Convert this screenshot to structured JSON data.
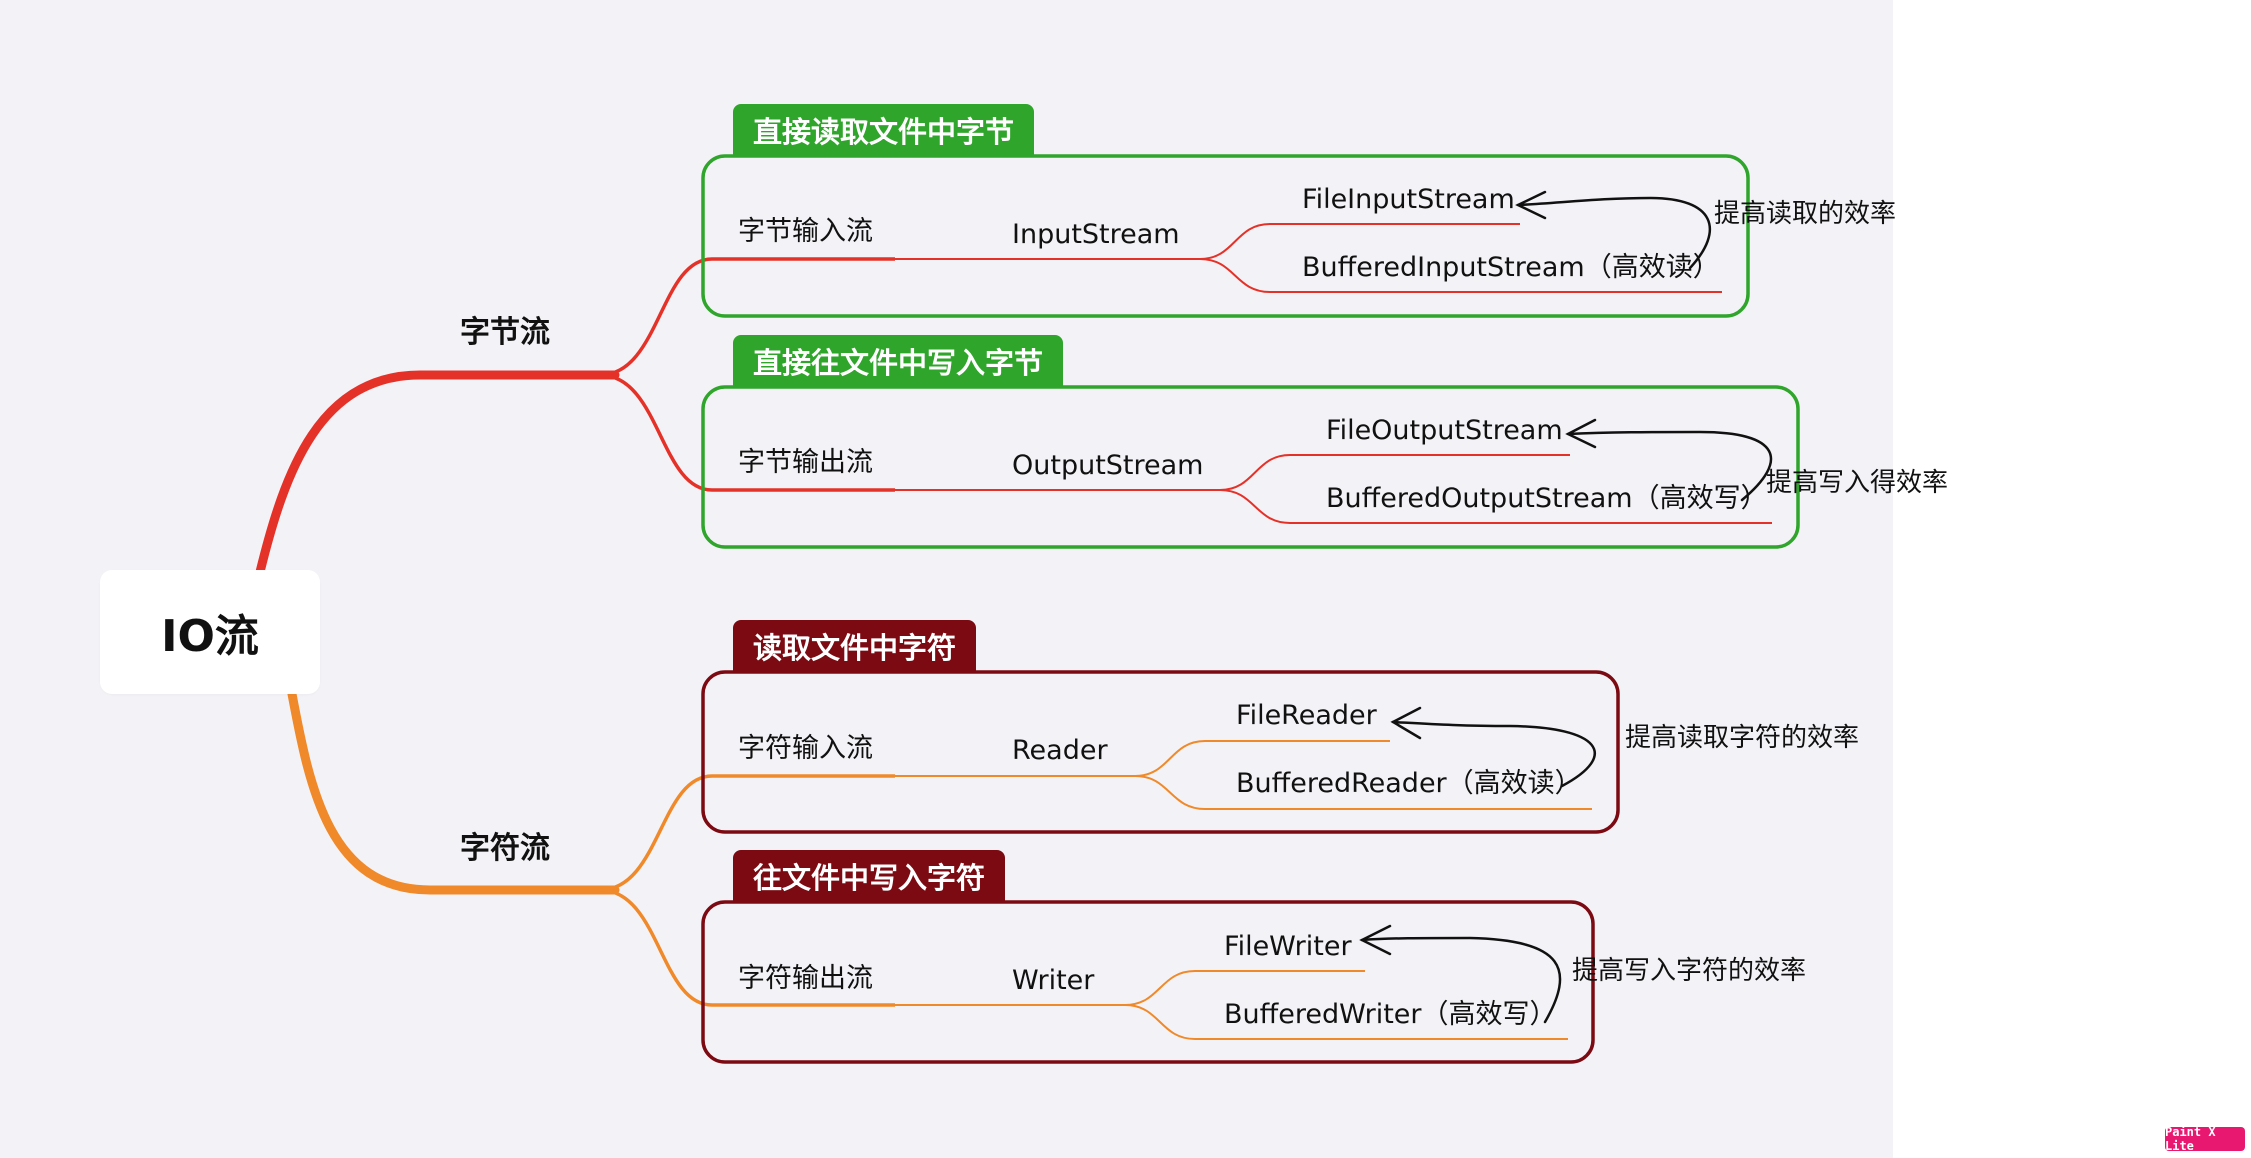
{
  "root": {
    "label": "IO流"
  },
  "branches": [
    {
      "label": "字节流",
      "color": "#e53229",
      "groups": [
        {
          "badge": "直接读取文件中字节",
          "border_color": "#2fa52b",
          "stream_type": "字节输入流",
          "base_class": "InputStream",
          "classes": [
            "FileInputStream",
            "BufferedInputStream（高效读）"
          ],
          "note": "提高读取的效率"
        },
        {
          "badge": "直接往文件中写入字节",
          "border_color": "#2fa52b",
          "stream_type": "字节输出流",
          "base_class": "OutputStream",
          "classes": [
            "FileOutputStream",
            "BufferedOutputStream（高效写）"
          ],
          "note": "提高写入得效率"
        }
      ]
    },
    {
      "label": "字符流",
      "color": "#f0892a",
      "groups": [
        {
          "badge": "读取文件中字符",
          "border_color": "#7c0a12",
          "stream_type": "字符输入流",
          "base_class": "Reader",
          "classes": [
            "FileReader",
            "BufferedReader（高效读）"
          ],
          "note": "提高读取字符的效率"
        },
        {
          "badge": "往文件中写入字符",
          "border_color": "#7c0a12",
          "stream_type": "字符输出流",
          "base_class": "Writer",
          "classes": [
            "FileWriter",
            "BufferedWriter（高效写）"
          ],
          "note": "提高写入字符的效率"
        }
      ]
    }
  ],
  "watermark": "Paint X Lite"
}
